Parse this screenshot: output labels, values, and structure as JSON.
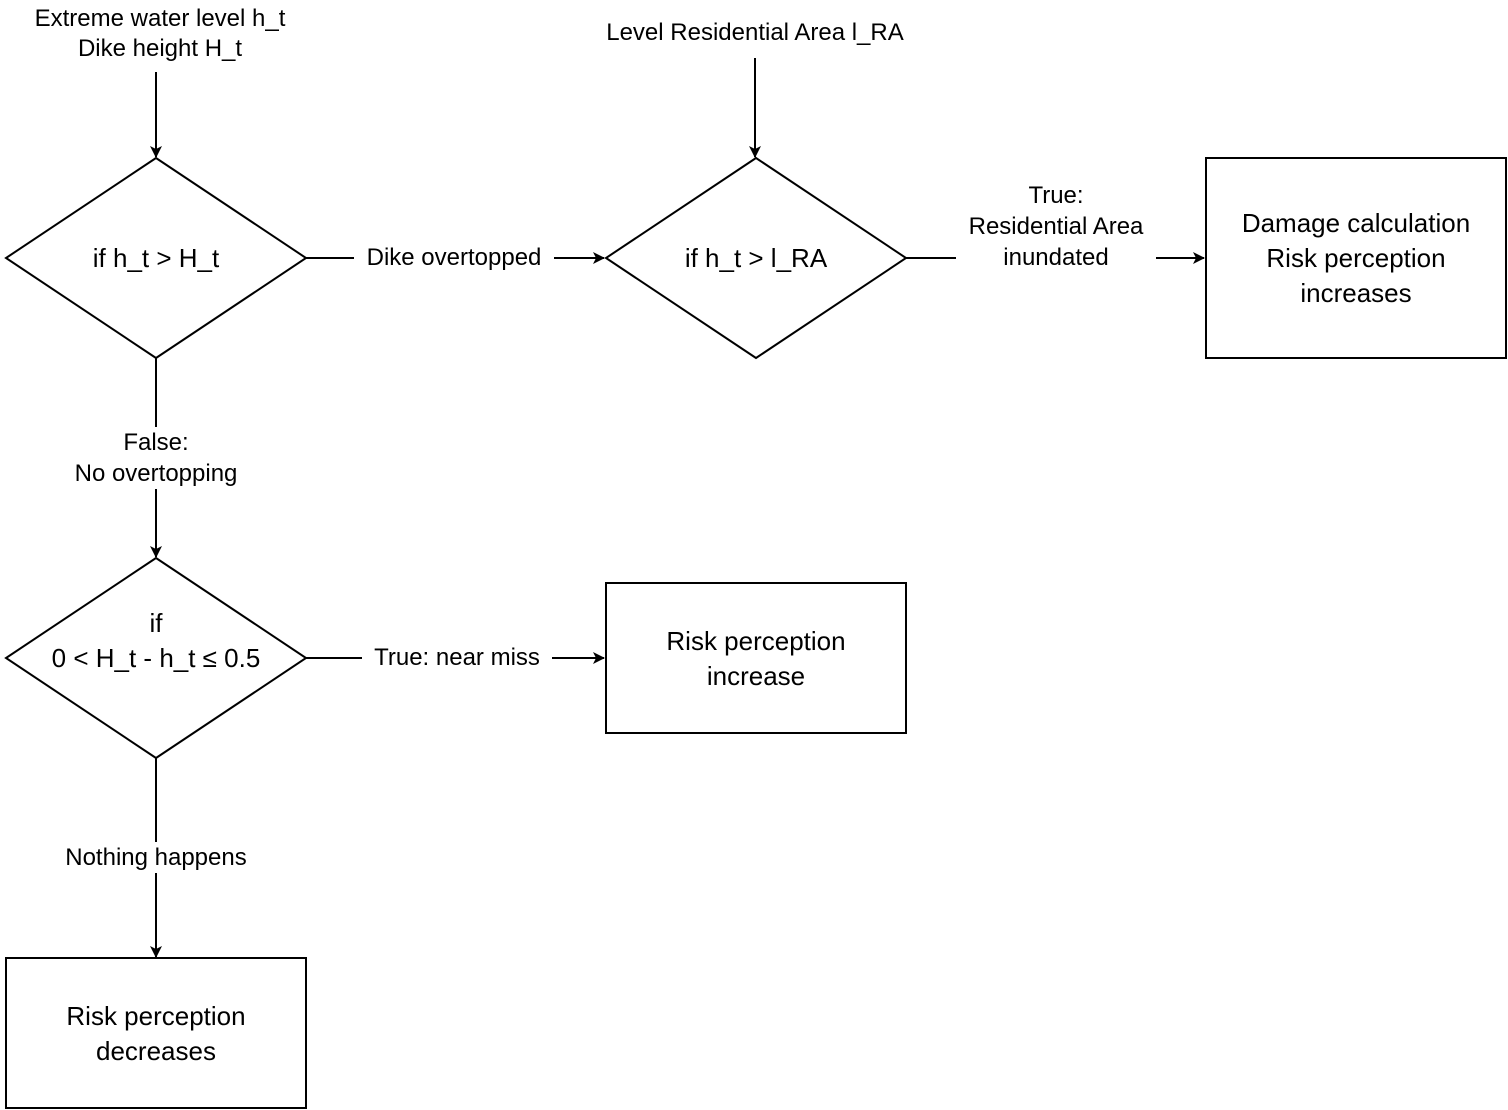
{
  "inputs": {
    "water_and_dike": "Extreme water level h_t\nDike height H_t",
    "residential_level": "Level Residential Area l_RA"
  },
  "decisions": {
    "dike_check": "if h_t > H_t",
    "residential_check": "if h_t > l_RA",
    "near_miss_check": "if\n0 < H_t - h_t ≤ 0.5"
  },
  "outcomes": {
    "damage": "Damage calculation\nRisk perception\nincreases",
    "near_miss": "Risk perception\nincrease",
    "decrease": "Risk perception\ndecreases"
  },
  "edges": {
    "dike_overtopped": "Dike overtopped",
    "residential_inundated": "True:\nResidential Area\ninundated",
    "no_overtopping": "False:\nNo overtopping",
    "near_miss": "True: near miss",
    "nothing_happens": "Nothing happens"
  }
}
